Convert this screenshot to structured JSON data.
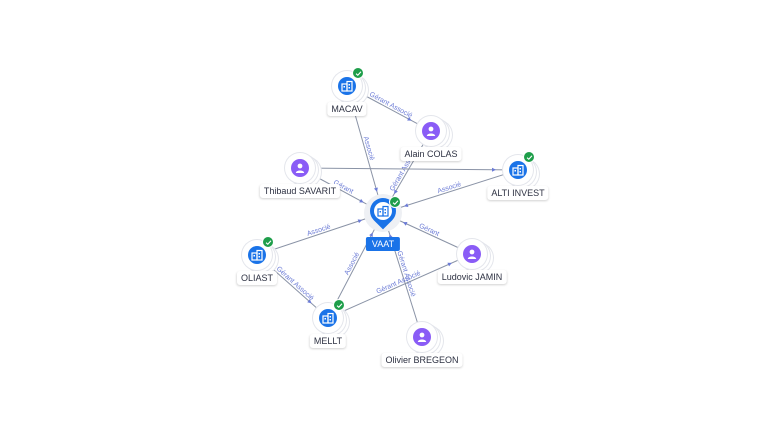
{
  "center": {
    "name": "VAAT",
    "icon": "building-icon",
    "verified": true
  },
  "nodes": [
    {
      "id": "macav",
      "name": "MACAV",
      "type": "company",
      "icon": "building-icon",
      "verified": true
    },
    {
      "id": "alain",
      "name": "Alain COLAS",
      "type": "person",
      "icon": "person-icon",
      "verified": false
    },
    {
      "id": "thibaud",
      "name": "Thibaud SAVARIT",
      "type": "person",
      "icon": "person-icon",
      "verified": false
    },
    {
      "id": "alti",
      "name": "ALTI INVEST",
      "type": "company",
      "icon": "building-icon",
      "verified": true
    },
    {
      "id": "oliast",
      "name": "OLIAST",
      "type": "company",
      "icon": "building-icon",
      "verified": true
    },
    {
      "id": "ludovic",
      "name": "Ludovic JAMIN",
      "type": "person",
      "icon": "person-icon",
      "verified": false
    },
    {
      "id": "mellt",
      "name": "MELLT",
      "type": "company",
      "icon": "building-icon",
      "verified": true
    },
    {
      "id": "olivier",
      "name": "Olivier BREGEON",
      "type": "person",
      "icon": "person-icon",
      "verified": false
    }
  ],
  "edges": [
    {
      "from": "macav",
      "to": "center",
      "label": "Associé"
    },
    {
      "from": "macav",
      "to": "alain",
      "label": "Gérant Associé"
    },
    {
      "from": "alain",
      "to": "center",
      "label": "Gérant Associé"
    },
    {
      "from": "thibaud",
      "to": "center",
      "label": "Gérant"
    },
    {
      "from": "thibaud",
      "to": "alti",
      "label": ""
    },
    {
      "from": "alti",
      "to": "center",
      "label": "Associé"
    },
    {
      "from": "oliast",
      "to": "center",
      "label": "Associé"
    },
    {
      "from": "ludovic",
      "to": "center",
      "label": "Gérant"
    },
    {
      "from": "mellt",
      "to": "center",
      "label": "Associé"
    },
    {
      "from": "oliast",
      "to": "mellt",
      "label": "Gérant Associé"
    },
    {
      "from": "olivier",
      "to": "center",
      "label": "Gérant Associé"
    },
    {
      "from": "mellt",
      "to": "ludovic",
      "label": "Gérant Associé"
    }
  ],
  "colors": {
    "company": "#1a73e8",
    "person": "#8a5cf6",
    "verified": "#1e9e4a",
    "edge": "#8a93a6",
    "edge_label": "#6b7bd6"
  }
}
